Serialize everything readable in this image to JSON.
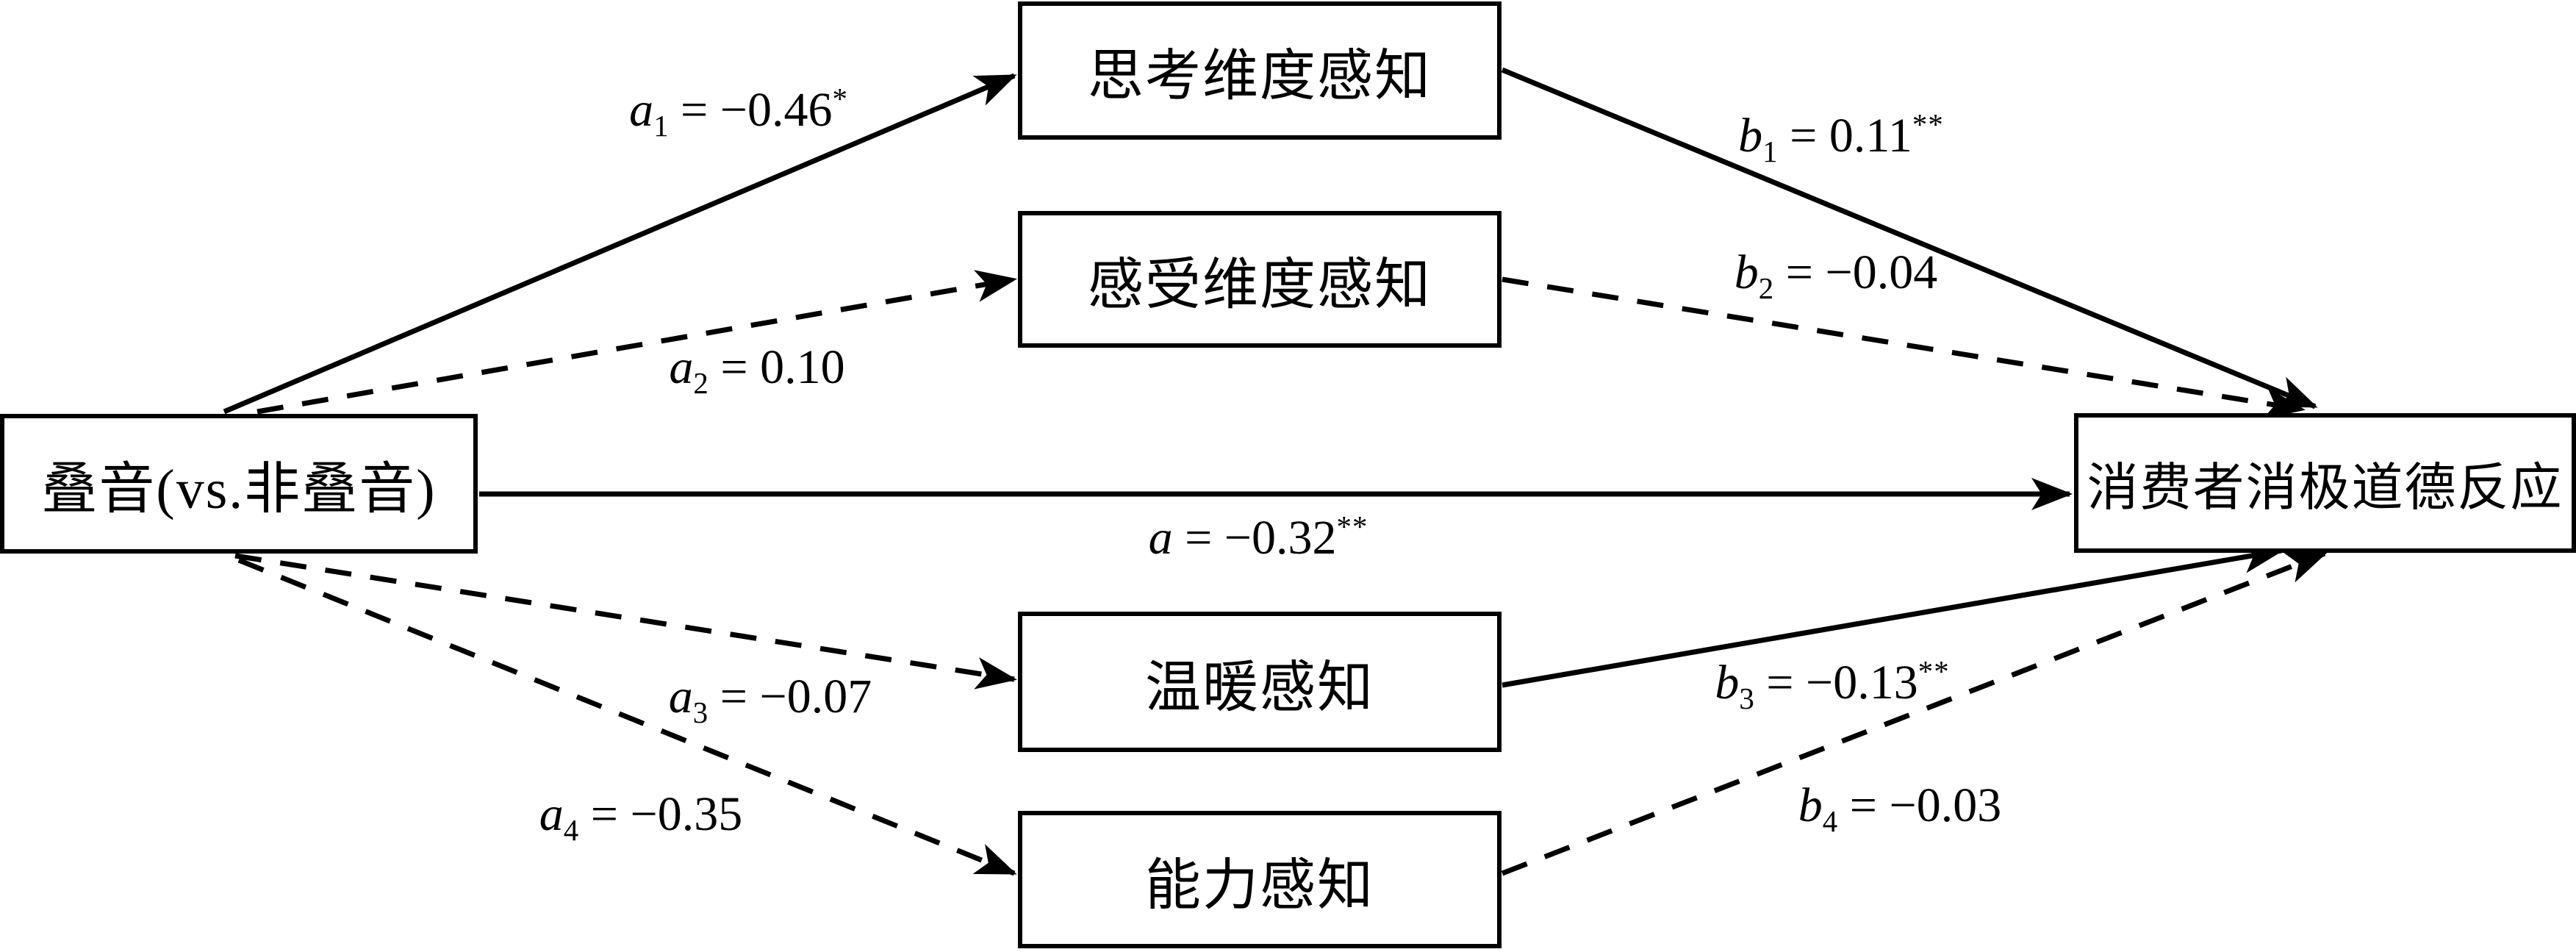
{
  "figure": {
    "kind": "mediation-path-diagram",
    "background_color": "#ffffff",
    "line_color": "#000000",
    "solid_line_meaning": "significant path",
    "dashed_line_meaning": "non-significant path"
  },
  "nodes": {
    "predictor": {
      "label": "叠音(vs.非叠音)"
    },
    "mediator1": {
      "label": "思考维度感知"
    },
    "mediator2": {
      "label": "感受维度感知"
    },
    "mediator3": {
      "label": "温暖感知"
    },
    "mediator4": {
      "label": "能力感知"
    },
    "outcome": {
      "label": "消费者消极道德反应"
    }
  },
  "paths": {
    "a1": {
      "from": "predictor",
      "to": "mediator1",
      "sym": "a",
      "sub": "1",
      "value": " = −0.46",
      "sig": "*",
      "style": "solid"
    },
    "a2": {
      "from": "predictor",
      "to": "mediator2",
      "sym": "a",
      "sub": "2",
      "value": " = 0.10",
      "sig": "",
      "style": "dashed"
    },
    "a3": {
      "from": "predictor",
      "to": "mediator3",
      "sym": "a",
      "sub": "3",
      "value": " = −0.07",
      "sig": "",
      "style": "dashed"
    },
    "a4": {
      "from": "predictor",
      "to": "mediator4",
      "sym": "a",
      "sub": "4",
      "value": " = −0.35",
      "sig": "",
      "style": "dashed"
    },
    "direct": {
      "from": "predictor",
      "to": "outcome",
      "sym": "a",
      "sub": "",
      "value": " = −0.32",
      "sig": "**",
      "style": "solid"
    },
    "b1": {
      "from": "mediator1",
      "to": "outcome",
      "sym": "b",
      "sub": "1",
      "value": " = 0.11",
      "sig": "**",
      "style": "solid"
    },
    "b2": {
      "from": "mediator2",
      "to": "outcome",
      "sym": "b",
      "sub": "2",
      "value": " = −0.04",
      "sig": "",
      "style": "dashed"
    },
    "b3": {
      "from": "mediator3",
      "to": "outcome",
      "sym": "b",
      "sub": "3",
      "value": " = −0.13",
      "sig": "**",
      "style": "solid"
    },
    "b4": {
      "from": "mediator4",
      "to": "outcome",
      "sym": "b",
      "sub": "4",
      "value": " = −0.03",
      "sig": "",
      "style": "dashed"
    }
  }
}
